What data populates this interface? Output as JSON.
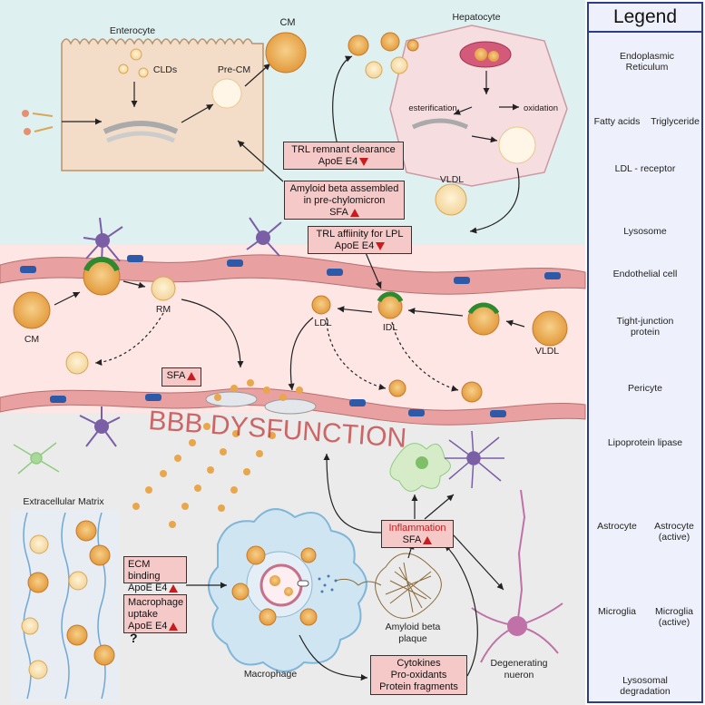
{
  "colors": {
    "top_bg": "#dff0f1",
    "mid_bg": "#fde6e4",
    "bottom_bg": "#ebebeb",
    "legend_bg": "#eef1fb",
    "legend_border": "#2c3e8a",
    "box_fill": "#f6c9c9",
    "accent_red": "#c91c1c",
    "endothelial": "#e8a1a0",
    "tight_junction": "#2d5aa8",
    "pericyte": "#f0b05a",
    "lipoprotein_lipase": "#2f8a2f",
    "astrocyte": "#7a5fa6",
    "microglia": "#a8d89a",
    "neuron": "#c071a8"
  },
  "labels": {
    "enterocyte": "Enterocyte",
    "clds": "CLDs",
    "pre_cm": "Pre-CM",
    "cm_top": "CM",
    "hepatocyte": "Hepatocyte",
    "esterification": "esterification",
    "oxidation": "oxidation",
    "vldl_top": "VLDL",
    "cm_mid": "CM",
    "rm": "RM",
    "ldl": "LDL",
    "idl": "IDL",
    "vldl_mid": "VLDL",
    "bbb": "BBB DYSFUNCTION",
    "ecm": "Extracellular Matrix",
    "macrophage": "Macrophage",
    "amyloid_line1": "Amyloid beta",
    "amyloid_line2": "plaque",
    "degenerating_line1": "Degenerating",
    "degenerating_line2": "nueron"
  },
  "boxes": {
    "trl_remnant": {
      "line1": "TRL remnant clearance",
      "line2": "ApoE E4"
    },
    "amyloid_assembled": {
      "line1": "Amyloid beta assembled",
      "line2": "in pre-chylomicron",
      "line3": "SFA"
    },
    "trl_affinity": {
      "line1": "TRL affiinity for LPL",
      "line2": "ApoE E4"
    },
    "sfa": {
      "line1": "SFA"
    },
    "ecm_binding": {
      "line1": "ECM binding",
      "line2": "ApoE E4"
    },
    "macrophage_uptake": {
      "line1": "Macrophage",
      "line2": "uptake",
      "line3": "ApoE E4"
    },
    "inflammation": {
      "line1": "Inflammation",
      "line2": "SFA"
    },
    "cytokines": {
      "line1": "Cytokines",
      "line2": "Pro-oxidants",
      "line3": "Protein fragments"
    }
  },
  "legend": {
    "title": "Legend",
    "items": {
      "er": "Endoplasmic Reticulum",
      "fatty_acids": "Fatty acids",
      "triglyceride": "Triglyceride",
      "ldl_receptor": "LDL - receptor",
      "lysosome": "Lysosome",
      "endothelial": "Endothelial cell",
      "tight_junction": "Tight-junction protein",
      "pericyte": "Pericyte",
      "lipoprotein_lipase": "Lipoprotein lipase",
      "astrocyte": "Astrocyte",
      "astrocyte_active": "Astrocyte (active)",
      "microglia": "Microglia",
      "microglia_active": "Microglia (active)",
      "lysosomal_degradation": "Lysosomal degradation"
    }
  }
}
